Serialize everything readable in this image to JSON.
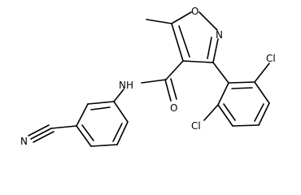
{
  "labels": {
    "oxygen_ring": "O",
    "nitrogen_ring": "N",
    "oxygen_carbonyl": "O",
    "amide_nh": "NH",
    "chlorine_top": "Cl",
    "chlorine_bottom": "Cl",
    "nitrile_n": "N"
  },
  "colors": {
    "line": "#000000",
    "background": "#ffffff"
  }
}
